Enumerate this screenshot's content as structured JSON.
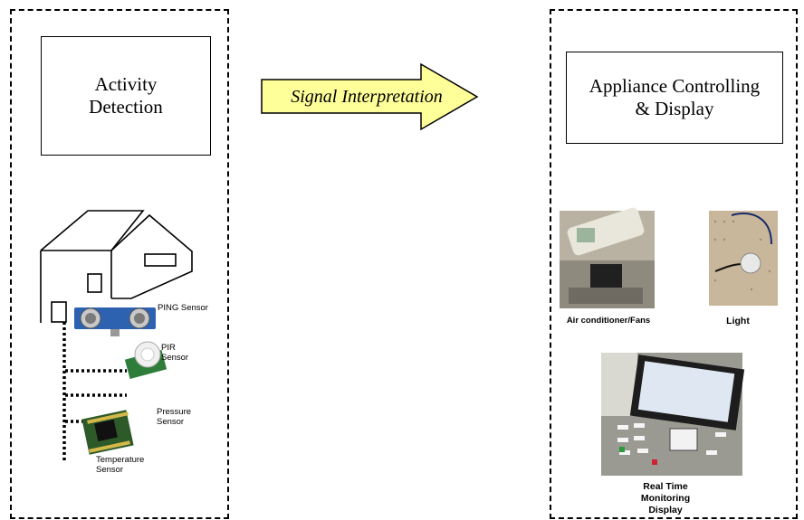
{
  "left_panel": {
    "title": "Activity\nDetection",
    "sensors": {
      "ping": "PING Sensor",
      "pir_line1": "PIR",
      "pir_line2": "Sensor",
      "pressure_line1": "Pressure",
      "pressure_line2": "Sensor",
      "temperature_line1": "Temperature",
      "temperature_line2": "Sensor"
    }
  },
  "arrow": {
    "label": "Signal Interpretation"
  },
  "right_panel": {
    "title": "Appliance Controlling\n& Display",
    "devices": {
      "aircon": "Air conditioner/Fans",
      "light": "Light",
      "monitor_line1": "Real Time",
      "monitor_line2": "Monitoring",
      "monitor_line3": "Display"
    }
  },
  "colors": {
    "arrow_fill": "#ffff99",
    "frame": "#000000"
  }
}
